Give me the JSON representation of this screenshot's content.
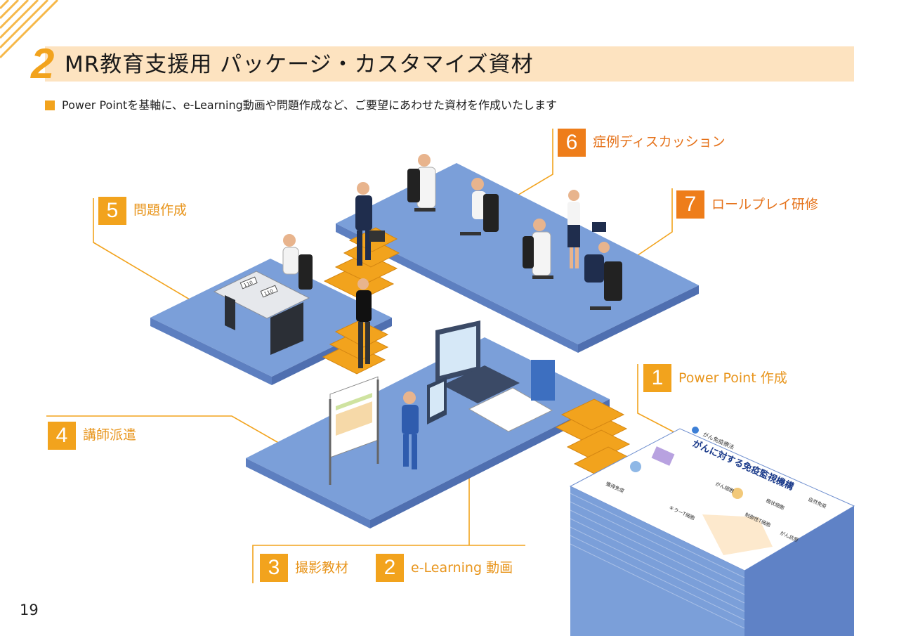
{
  "header": {
    "section_number": "2",
    "title": "MR教育支援用 パッケージ・カスタマイズ資材",
    "subtitle": "Power Pointを基軸に、e-Learning動画や問題作成など、ご要望にあわせた資材を作成いたします"
  },
  "labels": [
    {
      "num": "1",
      "text": "Power Point 作成"
    },
    {
      "num": "2",
      "text": "e-Learning 動画"
    },
    {
      "num": "3",
      "text": "撮影教材"
    },
    {
      "num": "4",
      "text": "講師派遣"
    },
    {
      "num": "5",
      "text": "問題作成"
    },
    {
      "num": "6",
      "text": "症例ディスカッション"
    },
    {
      "num": "7",
      "text": "ロールプレイ研修"
    }
  ],
  "slide_preview": {
    "heading_small": "がん免疫療法",
    "heading": "がんに対する免疫監視機構",
    "texts": [
      "がん細胞",
      "樹状細胞",
      "自然免疫",
      "獲得免疫",
      "キラーT細胞",
      "制御性T細胞",
      "がん抗原"
    ]
  },
  "desk_cards": [
    "110",
    "110"
  ],
  "page_number": "19",
  "colors": {
    "accent": "#f2a31d",
    "accent_dark": "#ee7d1a",
    "title_band": "#fde3c0",
    "platform": "#7b9fd9",
    "stairs": "#f2a31d"
  }
}
